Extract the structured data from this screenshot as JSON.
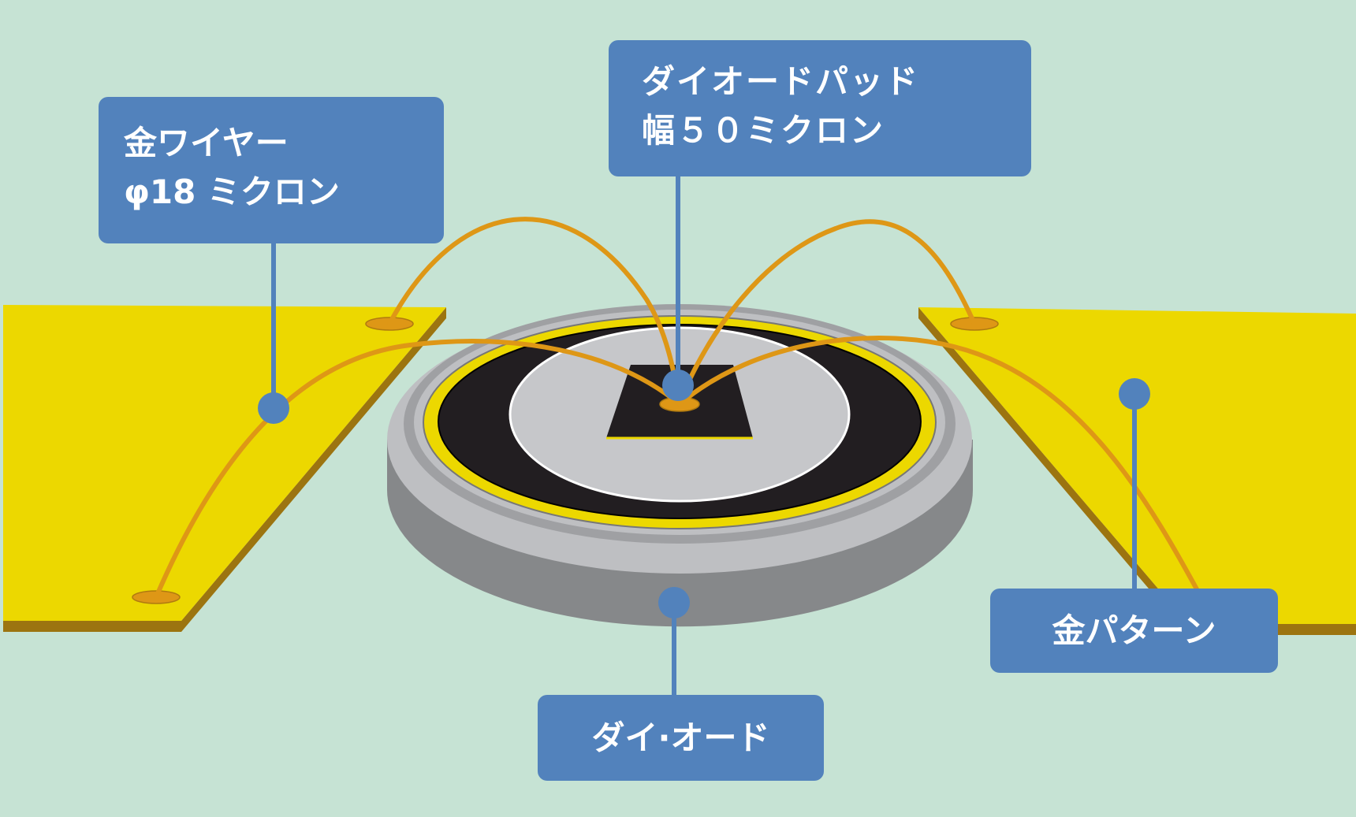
{
  "diagram": {
    "colors": {
      "background": "#c6e3d4",
      "gold_pattern": "#ecd800",
      "pattern_edge": "#9c7410",
      "gold_wire": "#de9716",
      "diode_side": "#86888a",
      "diode_top": "#bebfc2",
      "diode_ring": "#9fa0a3",
      "diode_dark": "#221e21",
      "diode_center": "#c6c7ca",
      "callout": "#5282bc"
    },
    "callouts": {
      "gold_wire": {
        "line1": "金ワイヤー",
        "line2": "φ18 ミクロン"
      },
      "diode_pad": {
        "line1": "ダイオードパッド",
        "line2": "幅５０ミクロン"
      },
      "gold_pattern": {
        "label": "金パターン"
      },
      "diode": {
        "label": "ダイ·オード"
      }
    }
  }
}
